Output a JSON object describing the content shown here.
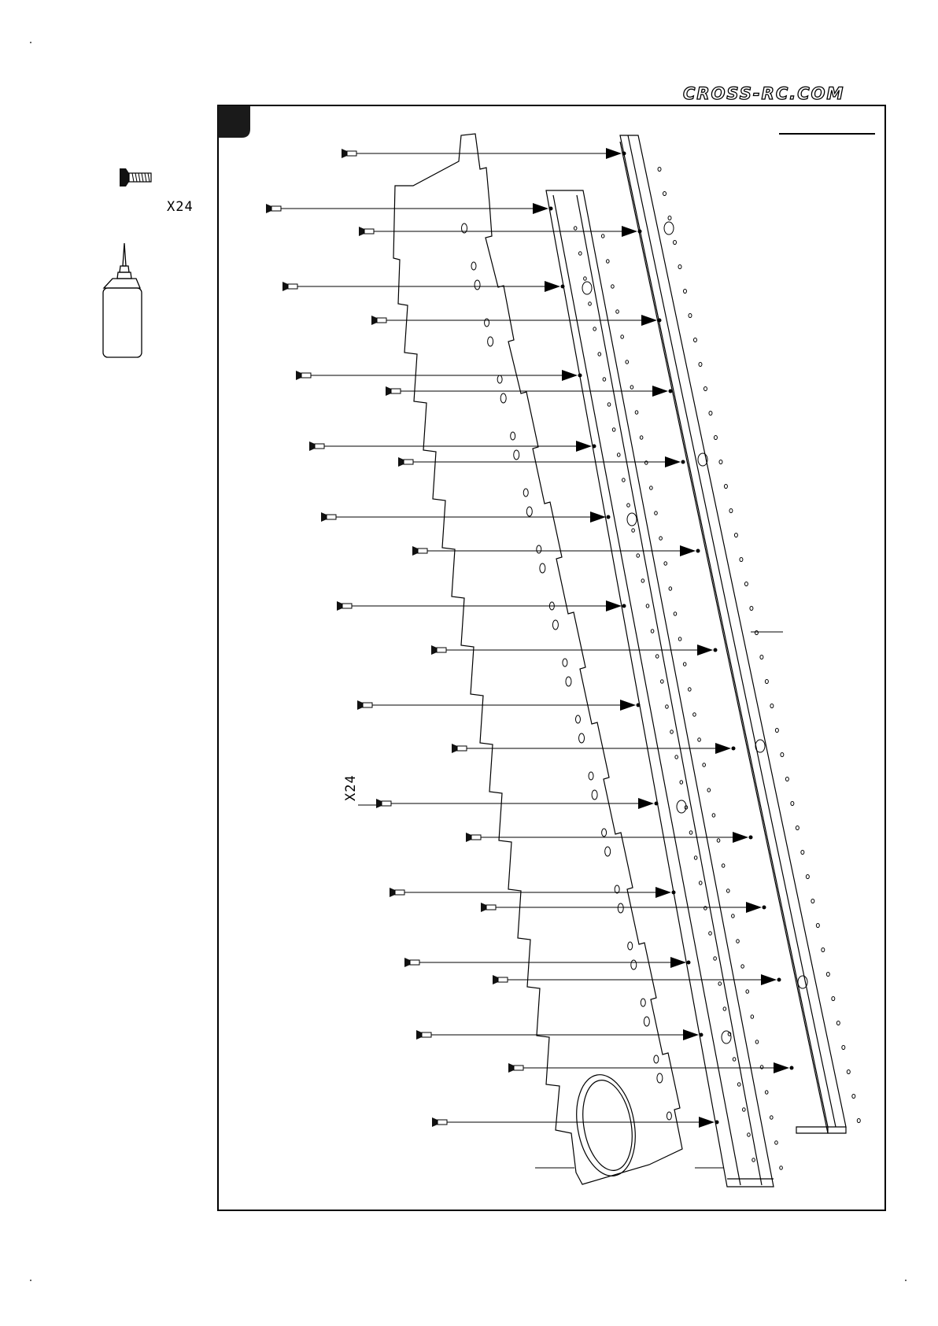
{
  "header": {
    "brand": "CROSS-RC.COM"
  },
  "parts_legend": {
    "screw_icon": "countersunk-screw-icon",
    "quantity": "X24",
    "glue_icon": "threadlocker-bottle-icon"
  },
  "drawing": {
    "callout_quantity": "X24",
    "step_badge_icon": "step-corner-badge-icon",
    "colors": {
      "ink": "#000000",
      "paper": "#ffffff"
    }
  }
}
